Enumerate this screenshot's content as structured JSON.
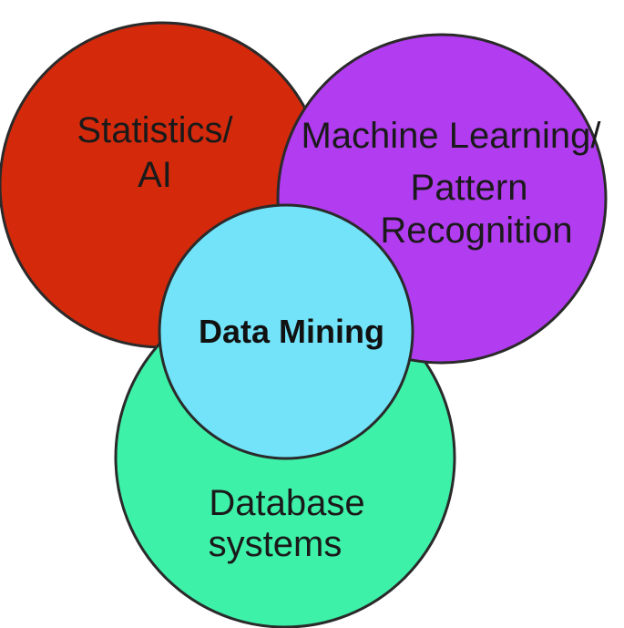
{
  "diagram": {
    "circles": {
      "statistics": {
        "lines": [
          "Statistics/",
          "AI"
        ],
        "color": "#d42a0b"
      },
      "machine_learning": {
        "lines": [
          "Machine Learning/",
          "Pattern",
          "Recognition"
        ],
        "color": "#b23cf0"
      },
      "database": {
        "lines": [
          "Database",
          "systems"
        ],
        "color": "#3ef1a9"
      },
      "data_mining": {
        "label": "Data Mining",
        "color": "#72e3f9"
      }
    }
  }
}
